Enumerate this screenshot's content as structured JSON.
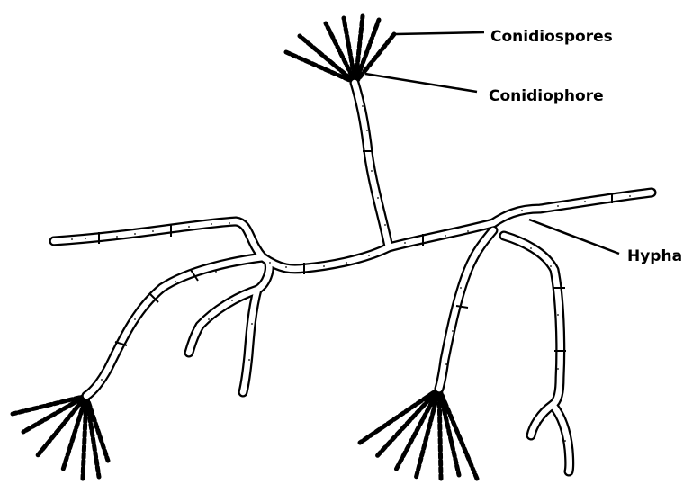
{
  "labels": {
    "conidiospores": "Conidiospores",
    "conidiophore": "Conidiophore",
    "hypha": "Hypha"
  }
}
